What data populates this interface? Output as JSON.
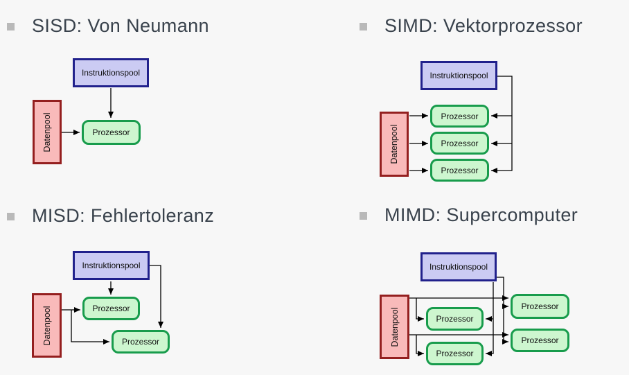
{
  "labels": {
    "instruction_pool": "Instruktionspool",
    "data_pool": "Datenpool",
    "processor": "Prozessor"
  },
  "panels": {
    "sisd": {
      "title": "SISD: Von Neumann"
    },
    "simd": {
      "title": "SIMD: Vektorprozessor"
    },
    "misd": {
      "title": "MISD: Fehlertoleranz"
    },
    "mimd": {
      "title": "MIMD: Supercomputer"
    }
  },
  "colors": {
    "page_bg": "#f7f7f7",
    "title_text": "#39424c",
    "bullet": "#b9b9b9",
    "arrow": "#000000",
    "instruction_pool_fill": "#cbcbf3",
    "instruction_pool_border": "#21218c",
    "data_pool_fill": "#f9baba",
    "data_pool_border": "#941f1f",
    "processor_fill": "#cdf6cf",
    "processor_border": "#189c4c"
  }
}
